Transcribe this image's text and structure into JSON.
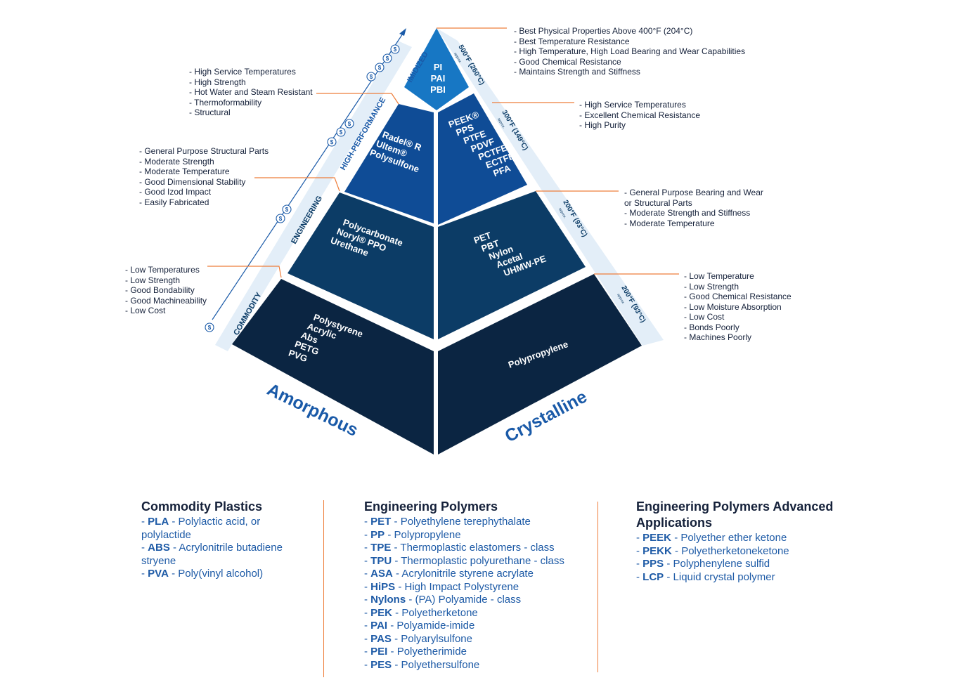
{
  "pyramid": {
    "tiers": {
      "imidized": {
        "label": "IMIDIZED",
        "materials": [
          "PI",
          "PAI",
          "PBI"
        ],
        "temp": "500°F (260°C)",
        "approx": "approx."
      },
      "high_performance": {
        "label": "HIGH-PERFORMANCE",
        "amorphous": [
          "Radel® R",
          "Ultem®",
          "Polysulfone"
        ],
        "crystalline": [
          "PEEK®",
          "PPS",
          "PTFE",
          "PDVF",
          "PCTFE",
          "ECTFE",
          "PFA"
        ],
        "temp": "300°F (149°C)",
        "approx": "approx."
      },
      "engineering": {
        "label": "ENGINEERING",
        "amorphous": [
          "Polycarbonate",
          "Noryl® PPO",
          "Urethane"
        ],
        "crystalline": [
          "PET",
          "PBT",
          "Nylon",
          "Acetal",
          "UHMW-PE"
        ],
        "temp": "200°F (93°C)",
        "approx": "approx."
      },
      "commodity": {
        "label": "COMMODITY",
        "amorphous": [
          "Polystyrene",
          "Acrylic",
          "Abs",
          "PETG",
          "PVG"
        ],
        "crystalline": [
          "Polypropylene"
        ],
        "temp": "200°F (93°C)",
        "approx": "approx."
      }
    },
    "sides": {
      "left": "Amorphous",
      "right": "Crystalline"
    },
    "cost_icon": "$"
  },
  "notes": {
    "imidized_right": [
      "- Best Physical Properties Above 400°F (204°C)",
      "- Best Temperature Resistance",
      "- High Temperature, High Load Bearing and Wear Capabilities",
      "- Good Chemical Resistance",
      "- Maintains Strength and Stiffness"
    ],
    "highperf_left": [
      "- High Service Temperatures",
      "- High Strength",
      "- Hot Water and Steam Resistant",
      "- Thermoformability",
      "- Structural"
    ],
    "highperf_right": [
      "- High Service Temperatures",
      "- Excellent Chemical Resistance",
      "- High Purity"
    ],
    "engineering_left": [
      "- General Purpose Structural Parts",
      "- Moderate Strength",
      "- Moderate Temperature",
      "- Good Dimensional Stability",
      "- Good Izod Impact",
      "- Easily Fabricated"
    ],
    "engineering_right": [
      "- General Purpose Bearing and Wear",
      "or Structural Parts",
      "- Moderate Strength and Stiffness",
      "- Moderate Temperature"
    ],
    "commodity_left": [
      "- Low Temperatures",
      "- Low Strength",
      "- Good Bondability",
      "- Good Machineability",
      "- Low Cost"
    ],
    "commodity_right": [
      "- Low Temperature",
      "- Low Strength",
      "- Good Chemical Resistance",
      "- Low Moisture Absorption",
      "- Low Cost",
      "- Bonds Poorly",
      "- Machines Poorly"
    ]
  },
  "legend": {
    "commodity": {
      "title": "Commodity Plastics",
      "rows": [
        {
          "abbr": "PLA",
          "desc": "Polylactic acid, or"
        },
        {
          "abbr": "",
          "desc": "polylactide"
        },
        {
          "abbr": "ABS",
          "desc": "Acrylonitrile butadiene"
        },
        {
          "abbr": "",
          "desc": "stryene"
        },
        {
          "abbr": "PVA",
          "desc": "Poly(vinyl alcohol)"
        }
      ]
    },
    "engineering": {
      "title": "Engineering Polymers",
      "rows": [
        {
          "abbr": "PET",
          "desc": "Polyethylene terephythalate"
        },
        {
          "abbr": "PP",
          "desc": "Polypropylene"
        },
        {
          "abbr": "TPE",
          "desc": "Thermoplastic elastomers - class"
        },
        {
          "abbr": "TPU",
          "desc": "Thermoplastic polyurethane - class"
        },
        {
          "abbr": "ASA",
          "desc": "Acrylonitrile styrene acrylate"
        },
        {
          "abbr": "HiPS",
          "desc": "High Impact Polystyrene"
        },
        {
          "abbr": "Nylons",
          "desc": "(PA) Polyamide - class"
        },
        {
          "abbr": "PEK",
          "desc": "Polyetherketone"
        },
        {
          "abbr": "PAI",
          "desc": "Polyamide-imide"
        },
        {
          "abbr": "PAS",
          "desc": "Polyarylsulfone"
        },
        {
          "abbr": "PEI",
          "desc": "Polyetherimide"
        },
        {
          "abbr": "PES",
          "desc": "Polyethersulfone"
        }
      ]
    },
    "advanced": {
      "title_line1": "Engineering Polymers Advanced",
      "title_line2": "Applications",
      "rows": [
        {
          "abbr": "PEEK",
          "desc": "Polyether ether ketone"
        },
        {
          "abbr": "PEKK",
          "desc": "Polyetherketoneketone"
        },
        {
          "abbr": "PPS",
          "desc": "Polyphenylene sulfid"
        },
        {
          "abbr": "LCP",
          "desc": "Liquid crystal polymer"
        }
      ]
    }
  },
  "colors": {
    "imidized": "#1777c4",
    "high_performance": "#0f4c96",
    "engineering": "#0c3c66",
    "commodity": "#0b2542",
    "band": "#e3eef8",
    "accent_text": "#1a5aa8",
    "leader": "#ee7d3a",
    "note_text": "#15213a"
  }
}
